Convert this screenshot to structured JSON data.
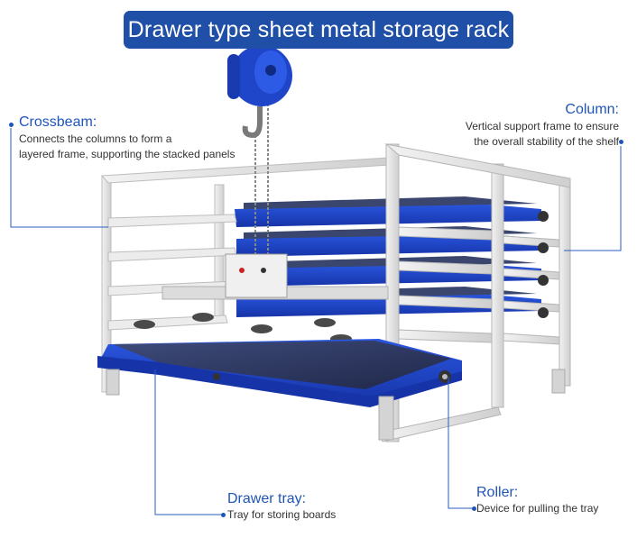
{
  "title": "Drawer type sheet metal storage rack",
  "colors": {
    "accent": "#1f4fa6",
    "label": "#1f55b8",
    "frame": "#e6e6e6",
    "tray": "#1f45c9"
  },
  "callouts": {
    "crossbeam": {
      "title": "Crossbeam:",
      "desc_line1": "Connects the columns to form a",
      "desc_line2": "layered frame, supporting the stacked panels"
    },
    "column": {
      "title": "Column:",
      "desc_line1": "Vertical support frame to ensure",
      "desc_line2": "the overall stability of the shelf"
    },
    "drawer_tray": {
      "title": "Drawer tray:",
      "desc": "Tray for storing boards"
    },
    "roller": {
      "title": "Roller:",
      "desc": "Device for pulling the tray"
    }
  },
  "illustration": {
    "icons": [
      "hoist-icon",
      "hook-icon",
      "control-box-icon",
      "suction-cup-icon",
      "roller-icon"
    ]
  }
}
